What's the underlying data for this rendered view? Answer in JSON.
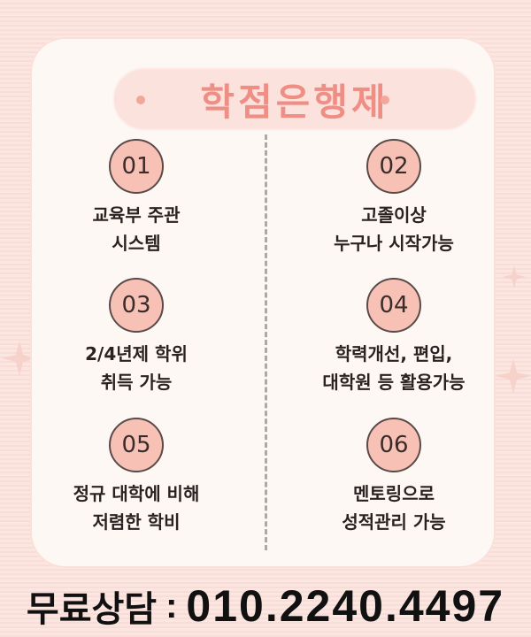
{
  "title": "학점은행제",
  "items": [
    {
      "num": "01",
      "line1": "교육부 주관",
      "line2": "시스템"
    },
    {
      "num": "02",
      "line1": "고졸이상",
      "line2": "누구나 시작가능"
    },
    {
      "num": "03",
      "line1": "2/4년제 학위",
      "line2": "취득 가능"
    },
    {
      "num": "04",
      "line1": "학력개선, 편입,",
      "line2": "대학원 등 활용가능"
    },
    {
      "num": "05",
      "line1": "정규 대학에 비해",
      "line2": "저렴한 학비"
    },
    {
      "num": "06",
      "line1": "멘토링으로",
      "line2": "성적관리 가능"
    }
  ],
  "footer": {
    "label": "무료상담",
    "separator": ":",
    "phone": "010.2240.4497"
  },
  "colors": {
    "accent": "#ee8e85",
    "badge": "#f7c1b6",
    "background": "#fbe7e2"
  }
}
